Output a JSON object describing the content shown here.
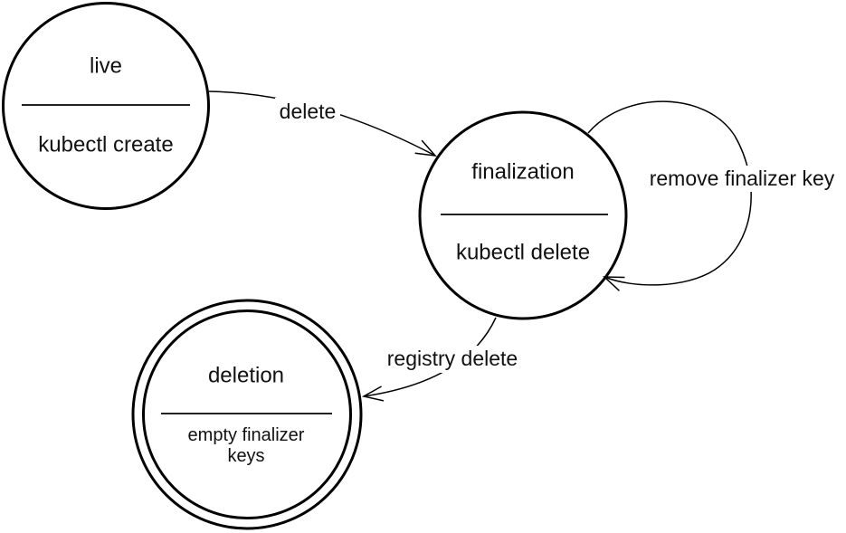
{
  "diagram": {
    "type": "state-machine",
    "colors": {
      "ink": "#000000",
      "background": "#ffffff"
    },
    "states": [
      {
        "id": "live",
        "title": "live",
        "subtitle": "kubectl create",
        "accepting": false
      },
      {
        "id": "finalization",
        "title": "finalization",
        "subtitle": "kubectl delete",
        "accepting": false
      },
      {
        "id": "deletion",
        "title": "deletion",
        "subtitle": "empty finalizer keys",
        "subtitle_lines": [
          "empty finalizer",
          "keys"
        ],
        "accepting": true
      }
    ],
    "transitions": [
      {
        "from": "live",
        "to": "finalization",
        "label": "delete"
      },
      {
        "from": "finalization",
        "to": "finalization",
        "label": "remove finalizer key"
      },
      {
        "from": "finalization",
        "to": "deletion",
        "label": "registry delete"
      }
    ]
  }
}
